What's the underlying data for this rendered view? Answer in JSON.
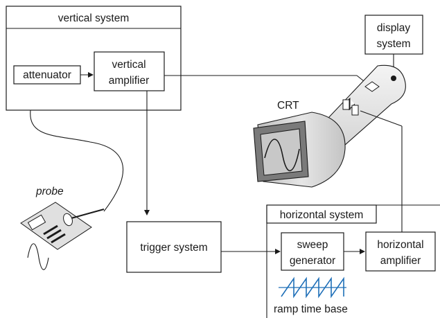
{
  "labels": {
    "vertical_system": "vertical system",
    "attenuator": "attenuator",
    "vertical_amplifier_1": "vertical",
    "vertical_amplifier_2": "amplifier",
    "display_system_1": "display",
    "display_system_2": "system",
    "crt": "CRT",
    "probe": "probe",
    "trigger_system": "trigger system",
    "horizontal_system": "horizontal system",
    "sweep_generator_1": "sweep",
    "sweep_generator_2": "generator",
    "horizontal_amplifier_1": "horizontal",
    "horizontal_amplifier_2": "amplifier",
    "ramp_time_base": "ramp time base"
  },
  "colors": {
    "line": "#1a1a1a",
    "crt_body": "#d9d9d9",
    "crt_screen_frame": "#7a7a7a",
    "crt_screen": "#c8c8c8",
    "ramp_wave": "#1e6fb8",
    "probe_board": "#e0e0e0"
  }
}
